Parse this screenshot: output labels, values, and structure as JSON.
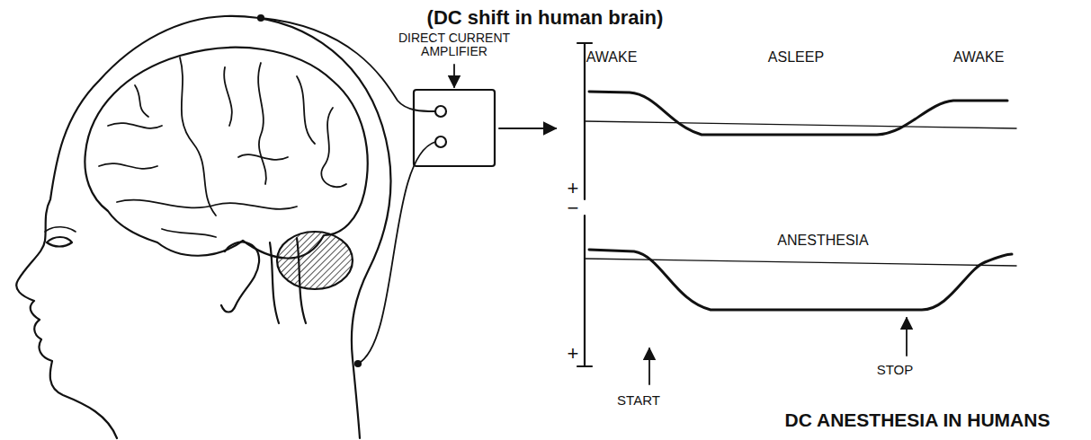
{
  "diagram": {
    "title": "(DC shift in human brain)",
    "caption": "DC ANESTHESIA IN HUMANS",
    "labels": [
      "DIRECT CURRENT AMPLIFIER",
      "AWAKE",
      "ASLEEP",
      "AWAKE",
      "+",
      "−",
      "ANESTHESIA",
      "START",
      "STOP",
      "+"
    ]
  }
}
